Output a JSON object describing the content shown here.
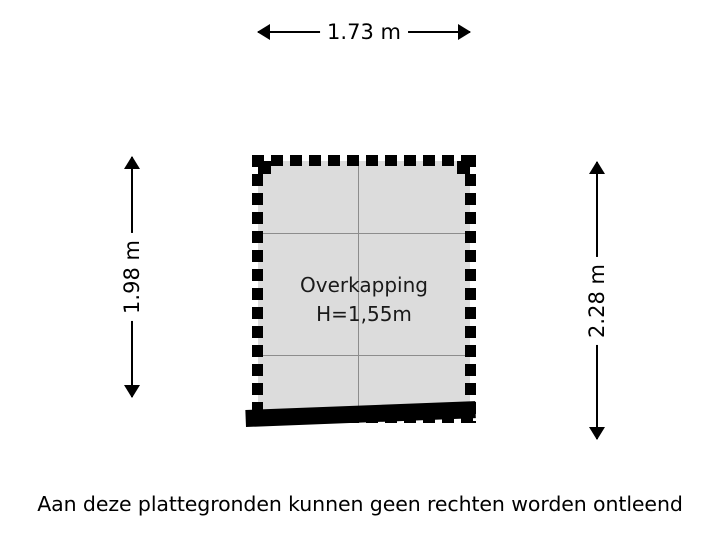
{
  "floorplan": {
    "room": {
      "name": "Overkapping",
      "height_label": "H=1,55m"
    },
    "dimensions": {
      "top": "1.73 m",
      "left": "1.98 m",
      "right": "2.28 m"
    },
    "colors": {
      "room_fill": "#dcdcdc",
      "wall": "#000000",
      "grid": "#8d8d8d",
      "background": "#ffffff"
    }
  },
  "footer": {
    "disclaimer": "Aan deze plattegronden kunnen geen rechten worden ontleend"
  }
}
